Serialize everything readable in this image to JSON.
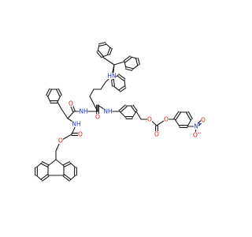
{
  "colors": {
    "background": "#ffffff",
    "bond": "#1a1a1a",
    "carbon": "#1a1a1a",
    "nitrogen": "#2233cc",
    "oxygen": "#dd1111"
  },
  "atom_labels": [
    {
      "id": "nh_trityl",
      "text": "HN",
      "element": "N"
    },
    {
      "id": "o_amide_phe",
      "text": "O",
      "element": "O"
    },
    {
      "id": "nh_phe_lys",
      "text": "NH",
      "element": "N"
    },
    {
      "id": "nh_fmoc",
      "text": "NH",
      "element": "N"
    },
    {
      "id": "o_fmoc_carbonyl",
      "text": "O",
      "element": "O"
    },
    {
      "id": "o_fmoc_ester",
      "text": "O",
      "element": "O"
    },
    {
      "id": "o_amide_lys",
      "text": "O",
      "element": "O"
    },
    {
      "id": "nh_anilide",
      "text": "NH",
      "element": "N"
    },
    {
      "id": "o_benzyl",
      "text": "O",
      "element": "O"
    },
    {
      "id": "o_carbonate_carbonyl",
      "text": "O",
      "element": "O"
    },
    {
      "id": "o_aryl",
      "text": "O",
      "element": "O"
    },
    {
      "id": "n_nitro",
      "text": "N",
      "element": "N"
    },
    {
      "id": "nitro_charge_plus",
      "text": "+",
      "element": "N"
    },
    {
      "id": "o_nitro_a",
      "text": "O",
      "element": "O"
    },
    {
      "id": "o_nitro_b",
      "text": "O",
      "element": "O"
    },
    {
      "id": "nitro_charge_minus",
      "text": "−",
      "element": "O"
    }
  ]
}
